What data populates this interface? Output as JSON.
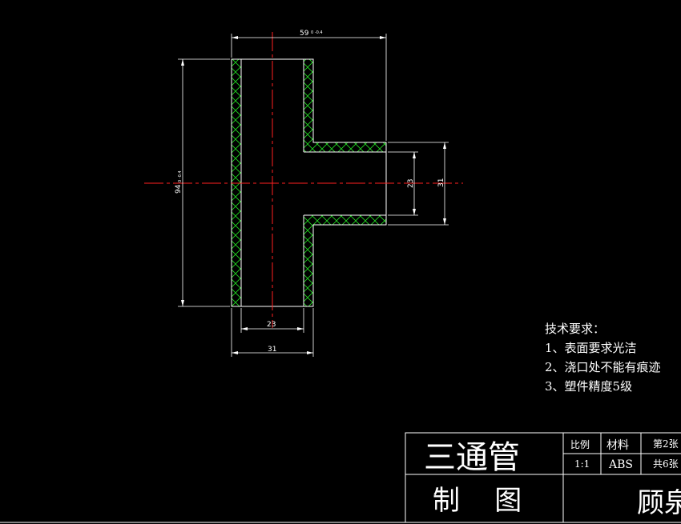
{
  "colors": {
    "background": "#000000",
    "outline": "#ffffff",
    "hatch": "#22dd22",
    "centerline": "#ff2020"
  },
  "dimensions": {
    "top_width": "59",
    "top_width_tol": "0 -0.4",
    "left_height": "94",
    "left_height_tol": "0 -0.4",
    "right_inner": "23",
    "right_outer": "31",
    "bottom_inner": "23",
    "bottom_outer": "31"
  },
  "tech": {
    "heading": "技术要求：",
    "item1": "1、表面要求光洁",
    "item2": "2、浇口处不能有痕迹",
    "item3": "3、塑件精度5级"
  },
  "title_block": {
    "part_name": "三通管",
    "scale_label": "比例",
    "scale_value": "1:1",
    "material_label": "材料",
    "material_value": "ABS",
    "sheet_no": "第2张",
    "sheet_total": "共6张",
    "drawn_by_label": "制    图",
    "drawer_name": "顾泉"
  }
}
